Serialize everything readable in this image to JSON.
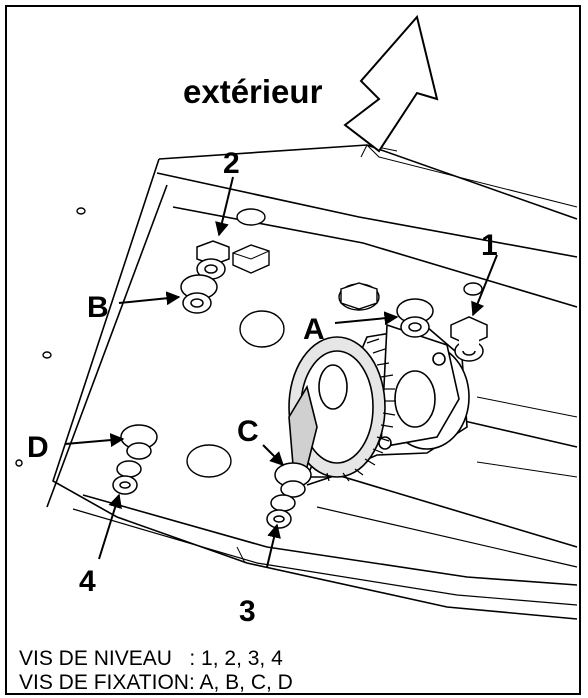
{
  "diagram": {
    "direction_label": "extérieur",
    "level_screws": [
      {
        "label": "1"
      },
      {
        "label": "2"
      },
      {
        "label": "3"
      },
      {
        "label": "4"
      }
    ],
    "fixing_screws": [
      {
        "label": "A"
      },
      {
        "label": "B"
      },
      {
        "label": "C"
      },
      {
        "label": "D"
      }
    ]
  },
  "legend": {
    "line1": "VIS DE NIVEAU   : 1, 2, 3, 4",
    "line2": "VIS DE FIXATION: A, B, C, D"
  }
}
